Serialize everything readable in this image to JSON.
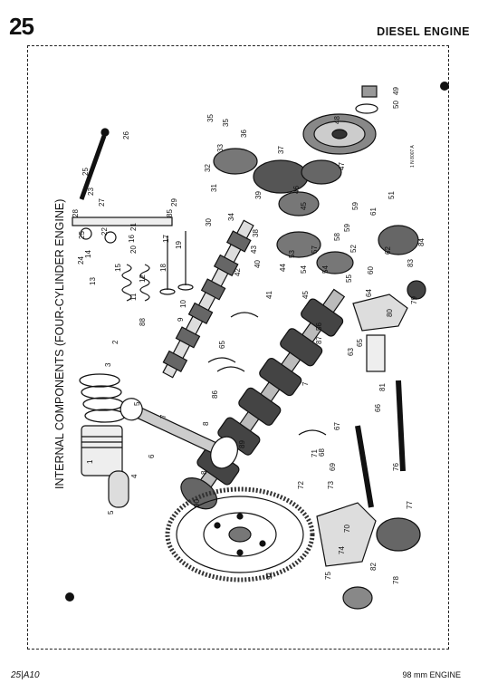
{
  "header": {
    "page_number": "25",
    "section_title": "DIESEL ENGINE"
  },
  "diagram": {
    "title": "INTERNAL COMPONENTS (FOUR-CYLINDER ENGINE)",
    "reference": "1 N 8007 A",
    "callouts": [
      "1",
      "2",
      "3",
      "4",
      "5",
      "5",
      "6",
      "7",
      "7",
      "8",
      "8",
      "9",
      "10",
      "11",
      "12",
      "13",
      "14",
      "15",
      "16",
      "17",
      "18",
      "19",
      "20",
      "21",
      "22",
      "23",
      "24",
      "25",
      "25",
      "26",
      "27",
      "28",
      "29",
      "30",
      "31",
      "32",
      "33",
      "34",
      "35",
      "35",
      "36",
      "37",
      "38",
      "39",
      "40",
      "41",
      "42",
      "43",
      "44",
      "45",
      "45",
      "46",
      "47",
      "48",
      "49",
      "50",
      "51",
      "52",
      "53",
      "54",
      "54",
      "55",
      "56",
      "57",
      "58",
      "59",
      "59",
      "60",
      "61",
      "62",
      "63",
      "64",
      "65",
      "65",
      "66",
      "67",
      "68",
      "69",
      "70",
      "71",
      "72",
      "73",
      "74",
      "75",
      "76",
      "77",
      "78",
      "79",
      "80",
      "81",
      "82",
      "83",
      "84",
      "85",
      "86",
      "87",
      "88",
      "89",
      "90",
      "91"
    ]
  },
  "footer": {
    "left": "25|A10",
    "right": "98 mm ENGINE"
  }
}
